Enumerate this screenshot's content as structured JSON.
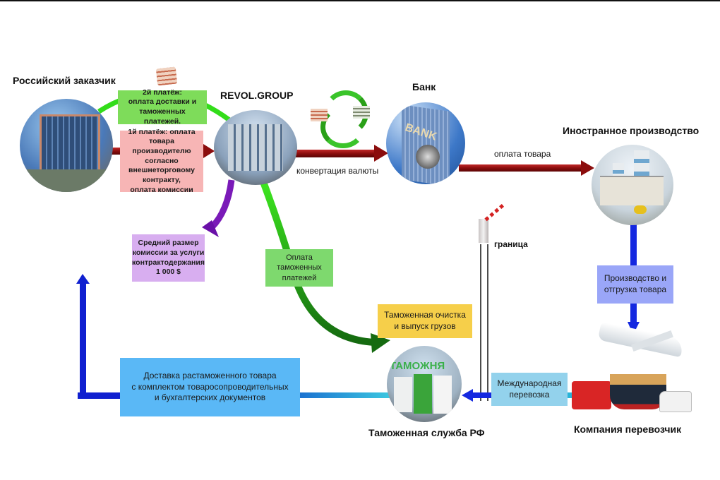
{
  "diagram": {
    "nodes": {
      "customer": {
        "title": "Российский заказчик",
        "icon": "office-building-photo"
      },
      "revol": {
        "title": "REVOL.GROUP",
        "icon": "office-building-photo"
      },
      "bank": {
        "title": "Банк",
        "icon": "bank-tower-photo",
        "sign": "BANK"
      },
      "foreign": {
        "title": "Иностранное производство",
        "icon": "factory-photo"
      },
      "customs": {
        "title": "Таможенная служба РФ",
        "icon": "customs-trucks-photo",
        "sign": "ТАМОЖНЯ"
      },
      "carrier": {
        "title": "Компания перевозчик",
        "icon": "transport-photo"
      }
    },
    "boxes": {
      "payment2": "2й платёж:\nоплата доставки и\nтаможенных платежей.",
      "payment1": "1й платёж: оплата\nтовара производителю\nсогласно\nвнешнеторговому\nконтракту,\nоплата комиссии",
      "commission": "Средний размер\nкомиссии за услуги\nконтрактодержания\n1 000 $",
      "customs_payment": "Оплата\nтаможенных\nплатежей",
      "production": "Производство и\nотгрузка товара",
      "clearance": "Таможенная очистка\nи выпуск грузов",
      "delivery": "Доставка растаможенного товара\nс комплектом товаросопроводительных\nи бухгалтерских документов",
      "intl_transport": "Международная\nперевозка"
    },
    "labels": {
      "conversion": "конвертация валюты",
      "goods_payment": "оплата товара",
      "border": "граница"
    },
    "icons": {
      "money_stack": "money-stack-icon",
      "currency_exchange": "currency-exchange-icon",
      "border_barrier": "barrier-gate-icon"
    },
    "colors": {
      "payment_arrow": "#8b0d0d",
      "green_arrow": "#33cc1a",
      "dark_green_arrow": "#1a7a14",
      "violet_arrow": "#7a1ab8",
      "blue_arrow": "#1020d0",
      "cyan_line": "#28b4d8"
    }
  }
}
